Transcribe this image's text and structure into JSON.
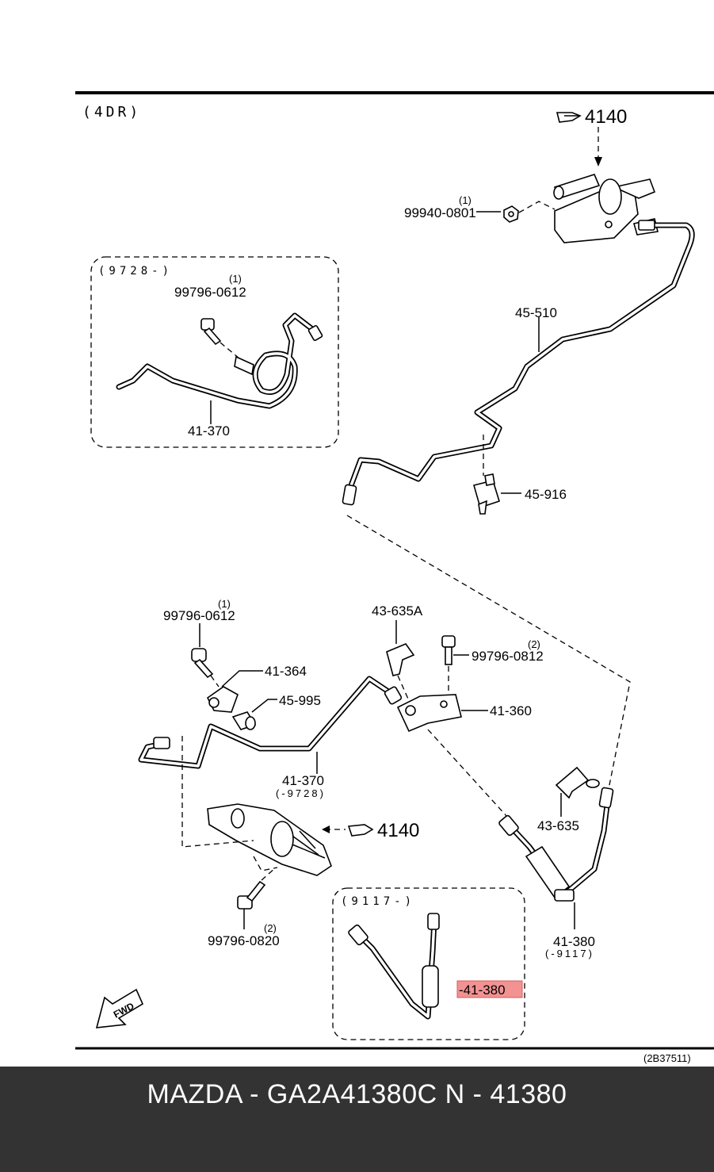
{
  "diagram": {
    "header": "(4DR)",
    "ref_code": "(2B37511)",
    "fwd": "FWD",
    "inset_top": {
      "range": "(9728-)",
      "bolt_qty": "(1)",
      "bolt_part": "99796-0612",
      "pipe_part": "41-370"
    },
    "inset_bottom": {
      "range": "(9117-)",
      "hose_part": "-41-380",
      "highlight_color": "#f08080"
    },
    "labels": {
      "master_ref": "4140",
      "nut_qty": "(1)",
      "nut_part": "99940-0801",
      "pipe_upper": "45-510",
      "clip_upper": "45-916",
      "bolt_left_qty": "(1)",
      "bolt_left": "99796-0612",
      "clamp": "41-364",
      "bushing": "45-995",
      "clip_a": "43-635A",
      "bolt_right_qty": "(2)",
      "bolt_right": "99796-0812",
      "bracket": "41-360",
      "pipe_lower": "41-370",
      "pipe_lower_range": "(-9728)",
      "cyl_ref": "4140",
      "clip": "43-635",
      "hose": "41-380",
      "hose_range": "(-9117)",
      "bolt_bottom_qty": "(2)",
      "bolt_bottom": "99796-0820"
    }
  },
  "footer": {
    "text": "MAZDA - GA2A41380C   N - 41380"
  }
}
